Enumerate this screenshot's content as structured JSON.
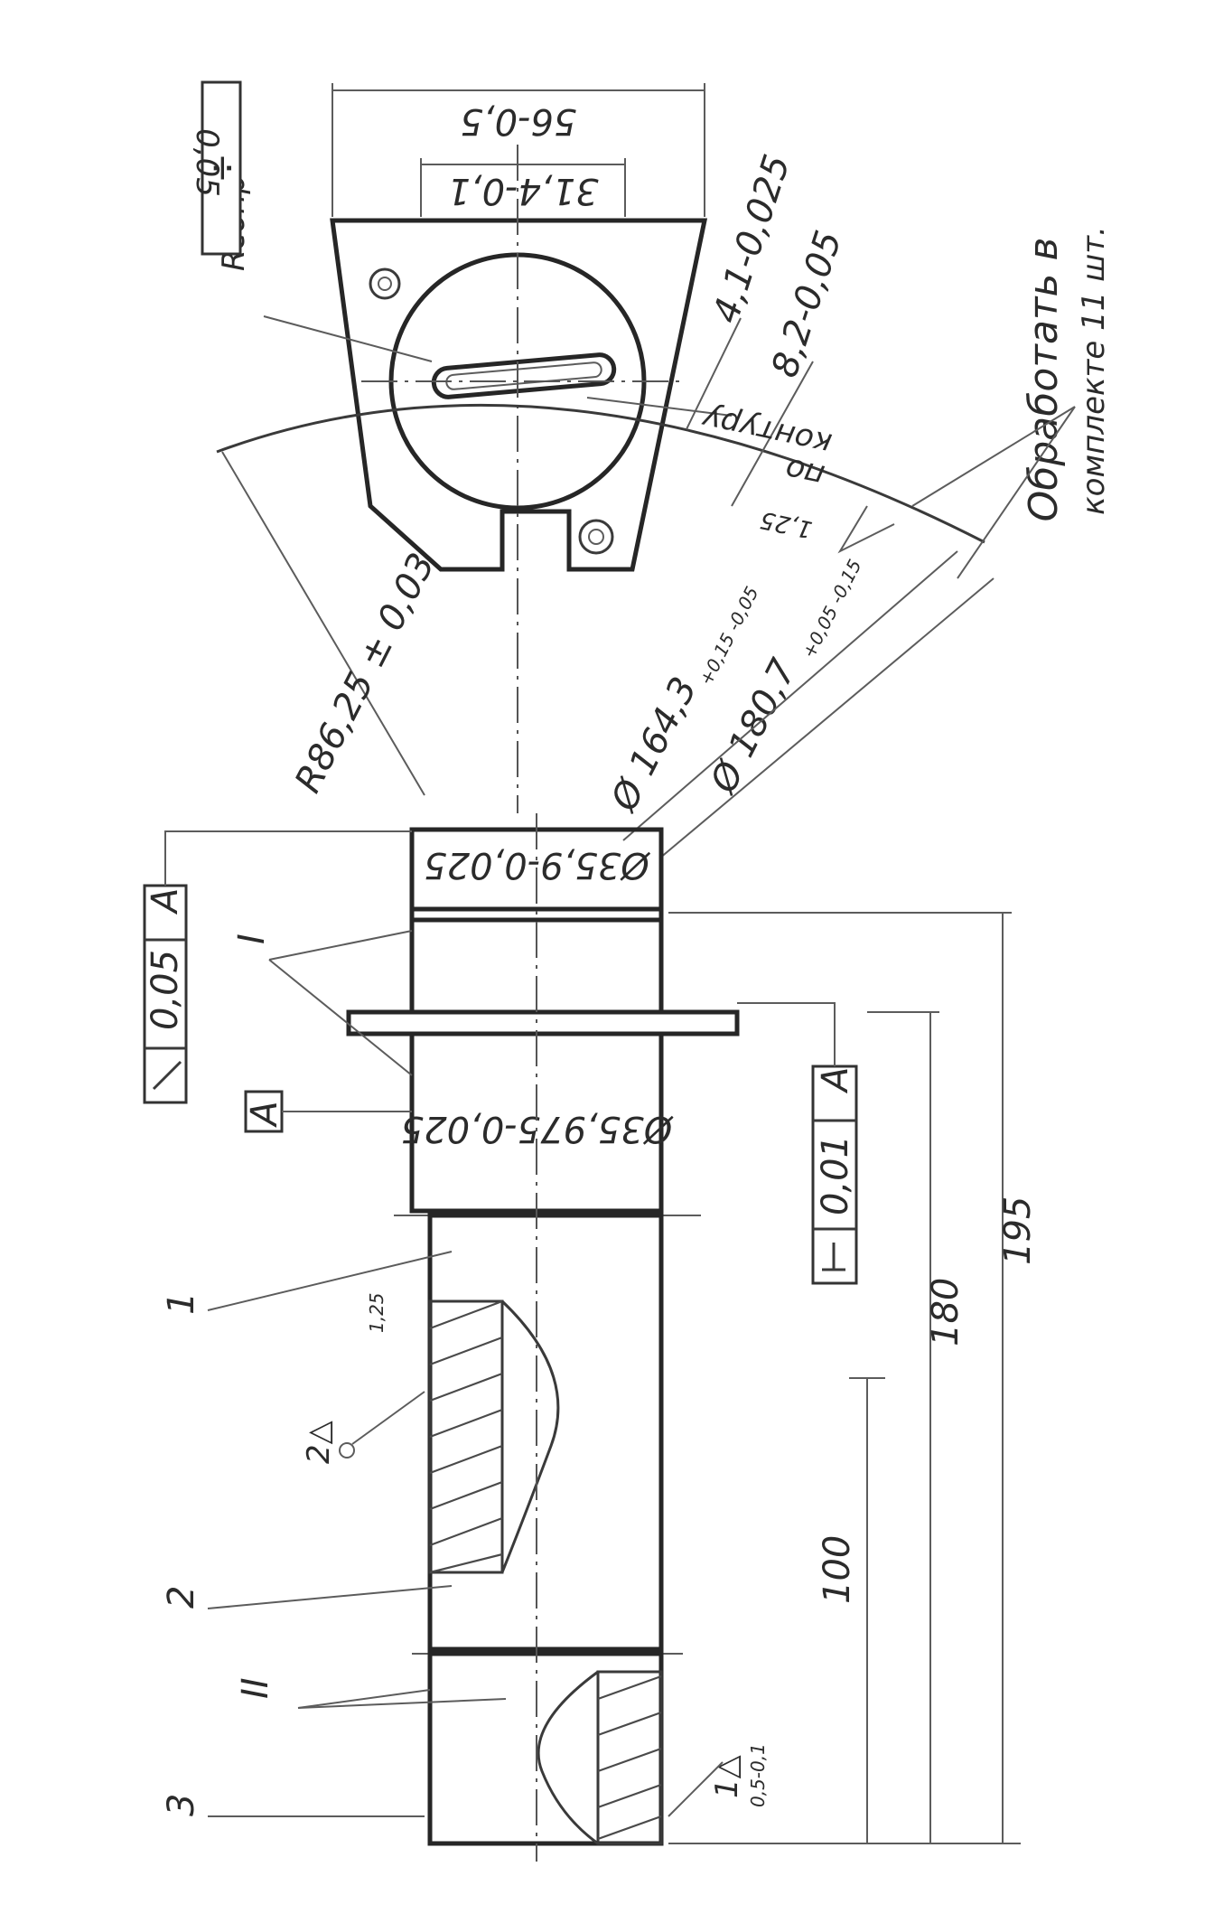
{
  "drawing": {
    "dim_56": "56-0,5",
    "dim_31_4": "31,4-0,1",
    "dim_4_1": "4,1-0,025",
    "dim_8_2": "8,2-0,05",
    "r_label": "Rсопр",
    "contour_roughness": "1,25",
    "contour_text_1": "по",
    "contour_text_2": "контуру",
    "dim_r86": "R86,25 ± 0,03",
    "dim_phi164": "Ø 164,3",
    "dim_phi164_tol": "+0,15 -0,05",
    "dim_phi180": "Ø 180,7",
    "dim_phi180_tol": "+0,05 -0,15",
    "dim_phi35_9": "Ø35,9-0,025",
    "dim_phi35_975": "Ø35,975-0,025",
    "tol_parallel": "0,05",
    "tol_runout": "0,05",
    "tol_perp": "0,01",
    "datum": "A",
    "tol_flatness_symbol": "÷",
    "leader_I": "I",
    "leader_II": "II",
    "part_1": "1",
    "part_2": "2",
    "part_3": "3",
    "roughness_left": "1,25",
    "weld_symbol": "2△",
    "weld_symbol_2": "1△",
    "dim_0_5": "0,5-0,1",
    "len_100": "100",
    "len_180": "180",
    "len_195": "195",
    "note_line1": "Обработать в",
    "note_line2": "комплекте 11 шт."
  }
}
